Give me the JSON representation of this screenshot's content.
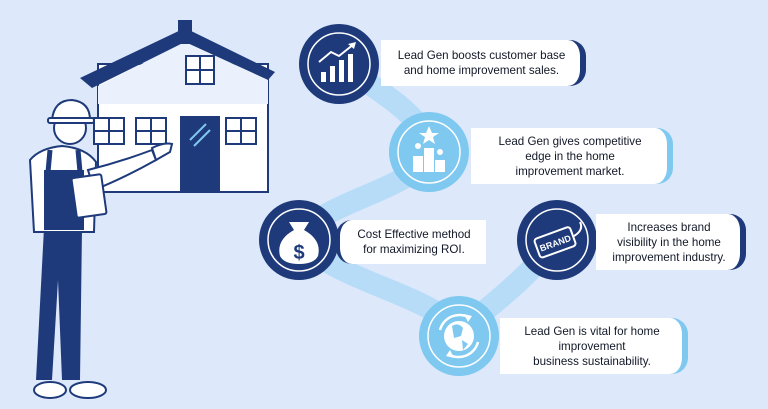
{
  "colors": {
    "background": "#dde8fb",
    "dark_navy": "#1e3a7a",
    "light_blue": "#7fc8f0",
    "mid_blue": "#3b82c4"
  },
  "items": [
    {
      "text": "Lead Gen boosts customer base\nand home improvement sales.",
      "icon": "bar-chart-growth-icon"
    },
    {
      "text": "Lead Gen gives competitive\nedge in the home\nimprovement market.",
      "icon": "podium-star-icon"
    },
    {
      "text": "Cost Effective method\nfor maximizing ROI.",
      "icon": "money-bag-dollar-icon"
    },
    {
      "text": "Increases brand\nvisibility in the home\nimprovement industry.",
      "icon": "brand-tag-icon",
      "tag_text": "BRAND"
    },
    {
      "text": "Lead Gen is vital for home\nimprovement\nbusiness sustainability.",
      "icon": "globe-recycle-icon"
    }
  ]
}
